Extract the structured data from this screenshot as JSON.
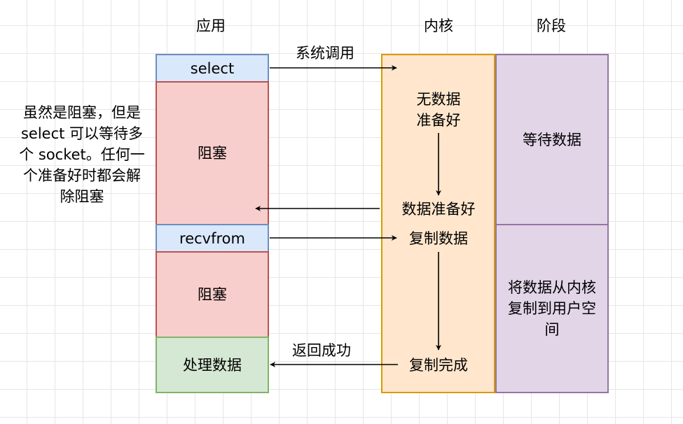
{
  "headers": {
    "app": "应用",
    "kernel": "内核",
    "phase": "阶段"
  },
  "app_column": {
    "select": "select",
    "block1": "阻塞",
    "recvfrom": "recvfrom",
    "block2": "阻塞",
    "process": "处理数据"
  },
  "kernel_column": {
    "no_data_line1": "无数据",
    "no_data_line2": "准备好",
    "data_ready": "数据准备好",
    "copy_data": "复制数据",
    "copy_done": "复制完成"
  },
  "phase_column": {
    "wait": "等待数据",
    "copy_line1": "将数据从内核",
    "copy_line2": "复制到用户空",
    "copy_line3": "间"
  },
  "arrow_labels": {
    "syscall": "系统调用",
    "return_ok": "返回成功"
  },
  "side_note": {
    "line1": "虽然是阻塞，但是",
    "line2": "select 可以等待多",
    "line3": "个 socket。任何一",
    "line4": "个准备好时都会解",
    "line5": "除阻塞"
  },
  "colors": {
    "blue_fill": "#dae8fc",
    "blue_stroke": "#6c8ebf",
    "red_fill": "#f8cecc",
    "red_stroke": "#b85450",
    "green_fill": "#d5e8d4",
    "green_stroke": "#82b366",
    "orange_fill": "#ffe6cc",
    "orange_stroke": "#d79b00",
    "purple_fill": "#e1d5e7",
    "purple_stroke": "#9673a6"
  }
}
